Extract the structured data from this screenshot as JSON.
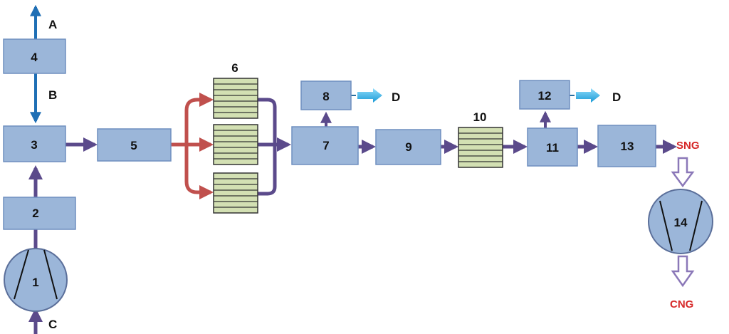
{
  "colors": {
    "box_fill": "#9bb6d9",
    "box_stroke": "#6f8fbf",
    "purple": "#5b4a8b",
    "red": "#c0504d",
    "blue": "#1f6fb5",
    "exchanger_fill": "#d3e0b3",
    "exchanger_stroke": "#333333",
    "cyan_arrow": "#3fb6ea",
    "label_red": "#d62828"
  },
  "units": {
    "u1": "1",
    "u2": "2",
    "u3": "3",
    "u4": "4",
    "u5": "5",
    "u6": "6",
    "u7": "7",
    "u8": "8",
    "u9": "9",
    "u10": "10",
    "u11": "11",
    "u12": "12",
    "u13": "13",
    "u14": "14"
  },
  "streams": {
    "a": "A",
    "b": "B",
    "c": "C",
    "d1": "D",
    "d2": "D",
    "sng": "SNG",
    "cng": "CNG"
  }
}
